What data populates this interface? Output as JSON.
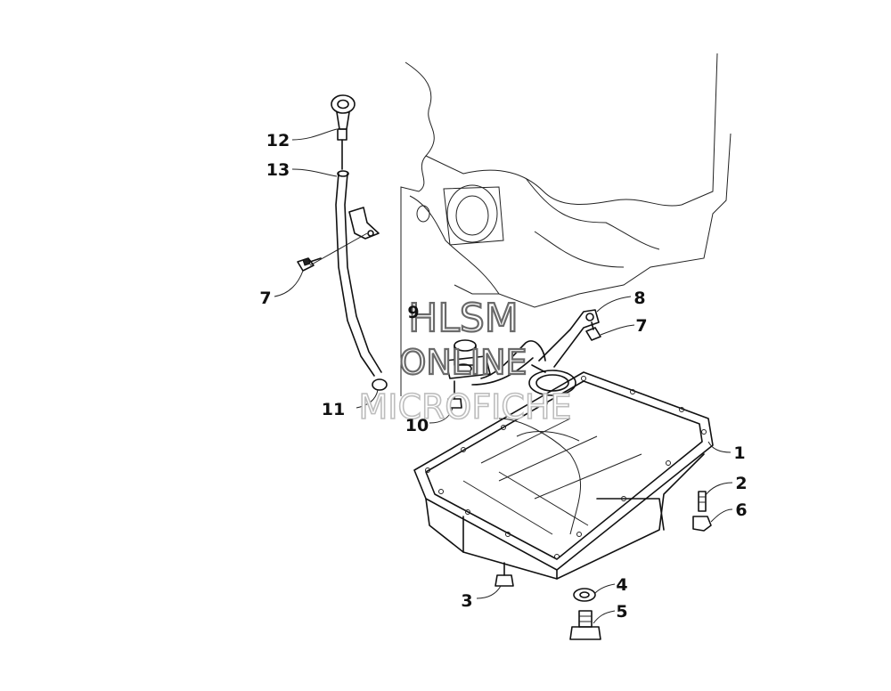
{
  "watermark": {
    "line1": "HLSM",
    "line2": "ONLINE",
    "line3": "MICROFICHE"
  },
  "callouts": [
    "1",
    "2",
    "3",
    "4",
    "5",
    "6",
    "7",
    "7",
    "8",
    "9",
    "10",
    "11",
    "12",
    "13"
  ]
}
